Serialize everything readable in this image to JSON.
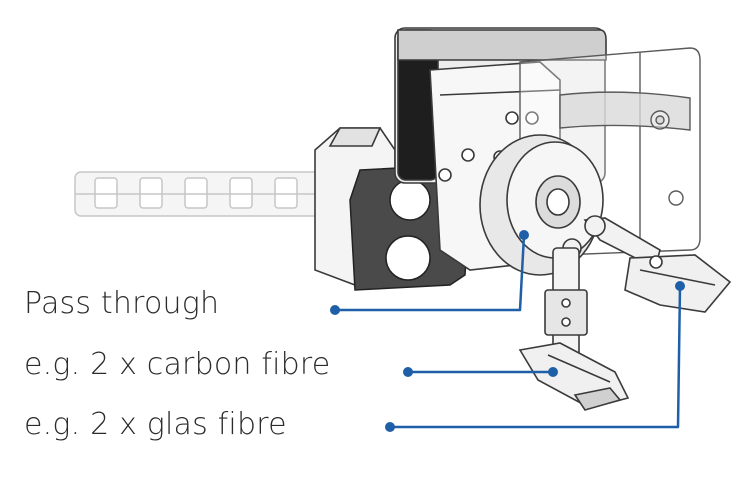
{
  "labels": {
    "pass_through": "Pass through",
    "carbon_fibre": "e.g. 2 x carbon fibre",
    "glas_fibre": "e.g. 2 x glas fibre"
  },
  "colors": {
    "callout": "#1f5fa8",
    "line_art": "#3a3a3a",
    "housing_fill": "#f2f2f2",
    "dark_plate": "#4a4a4a",
    "chain_fill": "#e6e6e6",
    "text": "#2b2b2b"
  }
}
